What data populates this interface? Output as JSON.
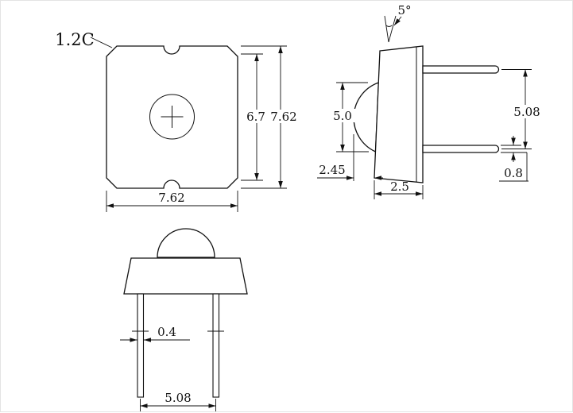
{
  "drawing": {
    "ink": "#111111",
    "background": "#ffffff",
    "top_view": {
      "chamfer_note": "1.2C",
      "dim_inner_height": "6.7",
      "dim_outer_height": "7.62",
      "dim_width": "7.62"
    },
    "side_view": {
      "dim_draft_angle": "5°",
      "dim_lens_diameter": "5.0",
      "dim_lens_offset": "2.45",
      "dim_body_thickness": "2.5",
      "dim_pin_pitch": "5.08",
      "dim_pin_width": "0.8"
    },
    "front_view": {
      "dim_lead_width": "0.4",
      "dim_lead_pitch": "5.08"
    }
  }
}
